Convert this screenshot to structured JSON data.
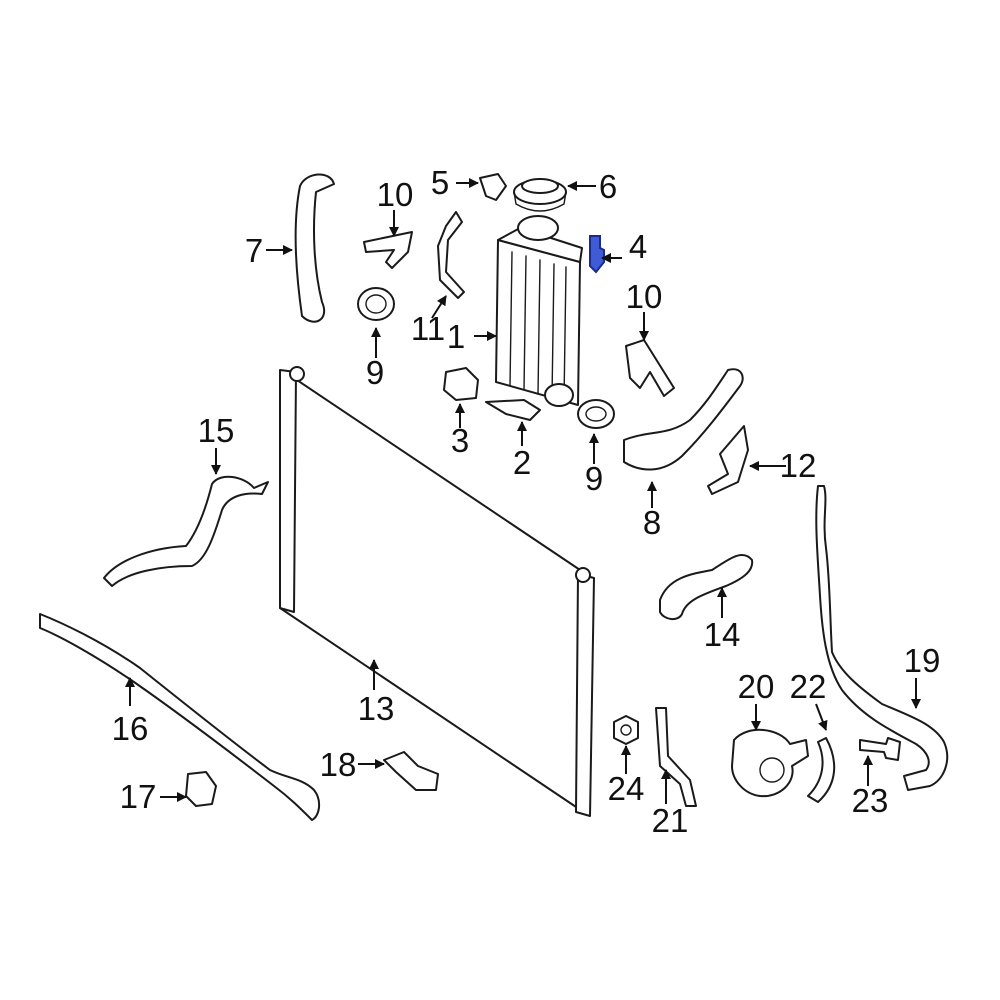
{
  "colors": {
    "line": "#1a1a1a",
    "highlight": "#3f5bd6",
    "highlight_stroke": "#1b2a8c",
    "background": "#ffffff"
  },
  "callouts": {
    "c1": "1",
    "c2": "2",
    "c3": "3",
    "c4": "4",
    "c5": "5",
    "c6": "6",
    "c7": "7",
    "c8": "8",
    "c9a": "9",
    "c9b": "9",
    "c10a": "10",
    "c10b": "10",
    "c11": "11",
    "c12": "12",
    "c13": "13",
    "c14": "14",
    "c15": "15",
    "c16": "16",
    "c17": "17",
    "c18": "18",
    "c19": "19",
    "c20": "20",
    "c21": "21",
    "c22": "22",
    "c23": "23",
    "c24": "24"
  },
  "highlighted_part": "4"
}
